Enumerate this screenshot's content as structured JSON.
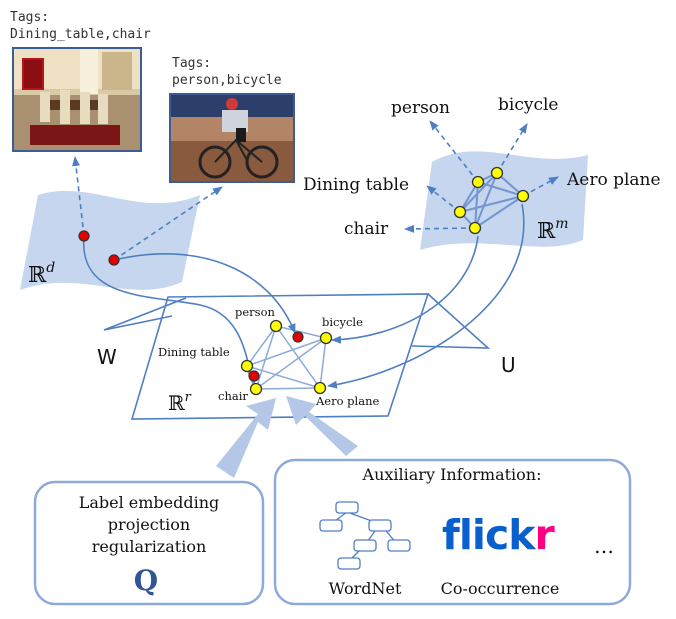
{
  "images": [
    {
      "tags_heading": "Tags:",
      "tags_value": "Dining_table,chair"
    },
    {
      "tags_heading": "Tags:",
      "tags_value": "person,bicycle"
    }
  ],
  "spaces": {
    "input_base": "ℝ",
    "input_sup": "d",
    "label_base": "ℝ",
    "label_sup": "m",
    "embed_base": "ℝ",
    "embed_sup": "r"
  },
  "projections": {
    "w": "W",
    "u": "U"
  },
  "label_space_nodes": [
    "person",
    "bicycle",
    "Dining table",
    "Aero plane",
    "chair"
  ],
  "embedding_nodes": [
    "person",
    "bicycle",
    "Dining table",
    "chair",
    "Aero plane"
  ],
  "regularization_box": {
    "line1": "Label embedding",
    "line2": "projection",
    "line3": "regularization",
    "symbol": "Q"
  },
  "aux_box": {
    "title": "Auxiliary Information:",
    "wordnet_label": "WordNet",
    "cooccurrence_label": "Co-occurrence",
    "logo_part1": "flick",
    "logo_part2": "r",
    "ellipsis": "…"
  },
  "colors": {
    "line_blue": "#4f7fc3",
    "plane_fill": "#c5d6ee",
    "node_yellow": "#ffff00",
    "node_red": "#e60000",
    "box_border": "#8eaadb",
    "arrow_fill": "#b4c7e7"
  }
}
